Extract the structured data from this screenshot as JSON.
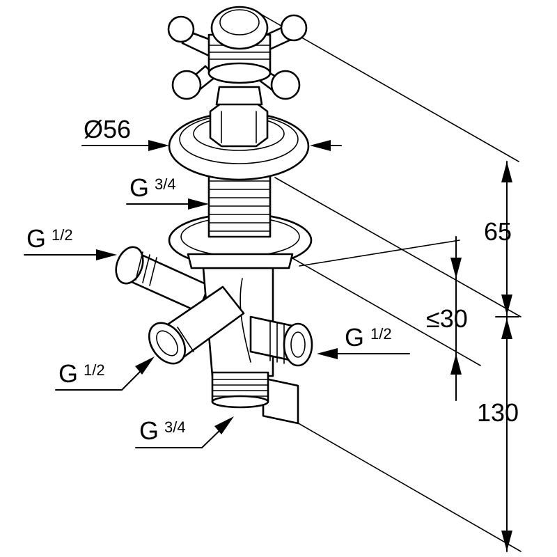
{
  "labels": {
    "flange_diameter": "Ø56",
    "top_thread_g": "G",
    "top_thread_size": "3/4",
    "inlet_left_g": "G",
    "inlet_left_size": "1/2",
    "outlet_front_g": "G",
    "outlet_front_size": "1/2",
    "outlet_right_g": "G",
    "outlet_right_size": "1/2",
    "bottom_thread_g": "G",
    "bottom_thread_size": "3/4"
  },
  "dimensions": {
    "height_upper": "65",
    "wall_depth_max": "≤30",
    "height_lower": "130"
  }
}
